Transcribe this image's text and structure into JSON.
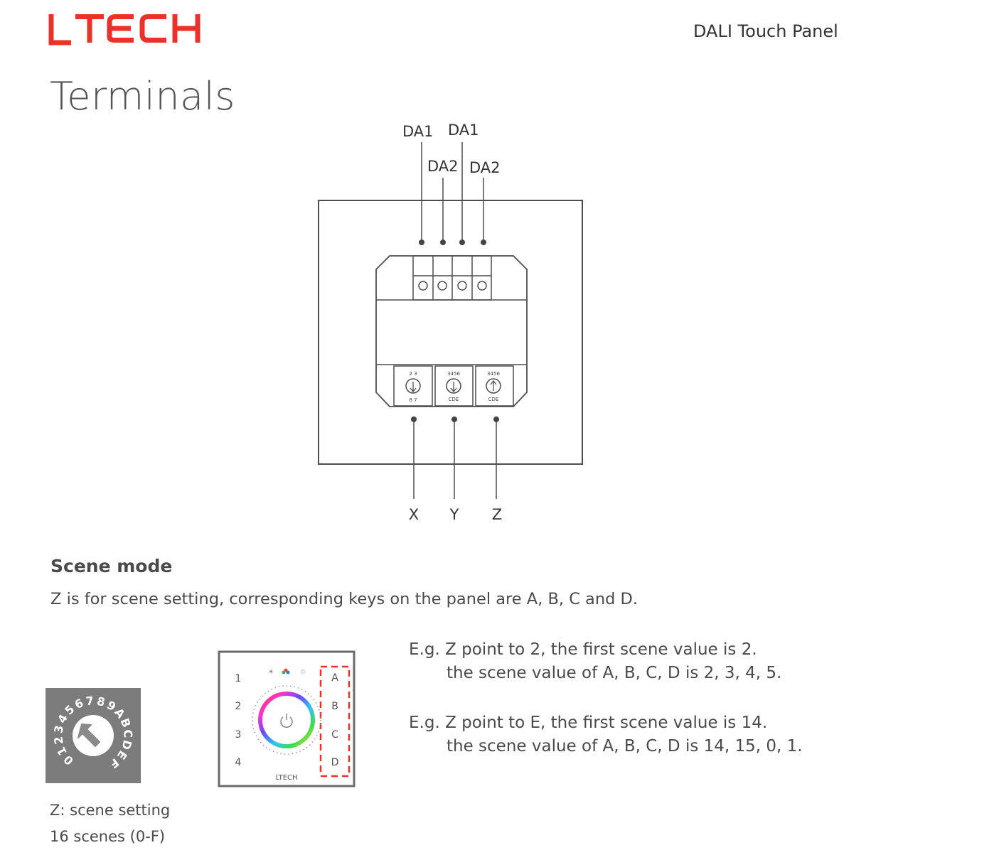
{
  "header": {
    "logo_text": "LTECH",
    "doc_title": "DALI Touch Panel",
    "brand_color": "#e8322b"
  },
  "section_title": "Terminals",
  "terminal_diagram": {
    "top_labels": [
      "DA1",
      "DA1",
      "DA2",
      "DA2"
    ],
    "bottom_labels": [
      "X",
      "Y",
      "Z"
    ]
  },
  "scene_mode": {
    "heading": "Scene mode",
    "description": "Z is for scene setting, corresponding keys on the panel are A, B, C and D."
  },
  "dial": {
    "digits": [
      "0",
      "1",
      "2",
      "3",
      "4",
      "5",
      "6",
      "7",
      "8",
      "9",
      "A",
      "B",
      "C",
      "D",
      "E",
      "F"
    ]
  },
  "captions": {
    "line1": "Z: scene setting",
    "line2": "16 scenes (0-F)"
  },
  "panel": {
    "left_keys": [
      "1",
      "2",
      "3",
      "4"
    ],
    "right_keys": [
      "A",
      "B",
      "C",
      "D"
    ],
    "brand": "LTECH",
    "highlight_color": "#e8322b"
  },
  "examples": {
    "ex1_line1": "E.g.  Z point to 2, the first scene value is 2.",
    "ex1_line2": "the scene value of A, B, C, D is 2, 3, 4, 5.",
    "ex2_line1": "E.g.  Z point to E, the first scene value is 14.",
    "ex2_line2": "the scene value of A, B, C, D is 14, 15, 0, 1."
  }
}
